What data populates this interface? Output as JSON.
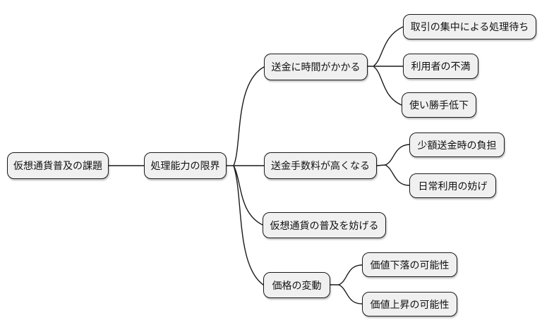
{
  "diagram": {
    "type": "mindmap",
    "colors": {
      "background": "#ffffff",
      "node_fill": "#f0f0f0",
      "node_border": "#1a1a1a",
      "edge": "#1a1a1a",
      "text": "#111111"
    },
    "root": {
      "label": "仮想通貨普及の課題"
    },
    "trunk": {
      "label": "処理能力の限界"
    },
    "branches": [
      {
        "label": "送金に時間がかかる",
        "children": [
          {
            "label": "取引の集中による処理待ち"
          },
          {
            "label": "利用者の不満"
          },
          {
            "label": "使い勝手低下"
          }
        ]
      },
      {
        "label": "送金手数料が高くなる",
        "children": [
          {
            "label": "少額送金時の負担"
          },
          {
            "label": "日常利用の妨げ"
          }
        ]
      },
      {
        "label": "仮想通貨の普及を妨げる",
        "children": []
      },
      {
        "label": "価格の変動",
        "children": [
          {
            "label": "価値下落の可能性"
          },
          {
            "label": "価値上昇の可能性"
          }
        ]
      }
    ]
  }
}
